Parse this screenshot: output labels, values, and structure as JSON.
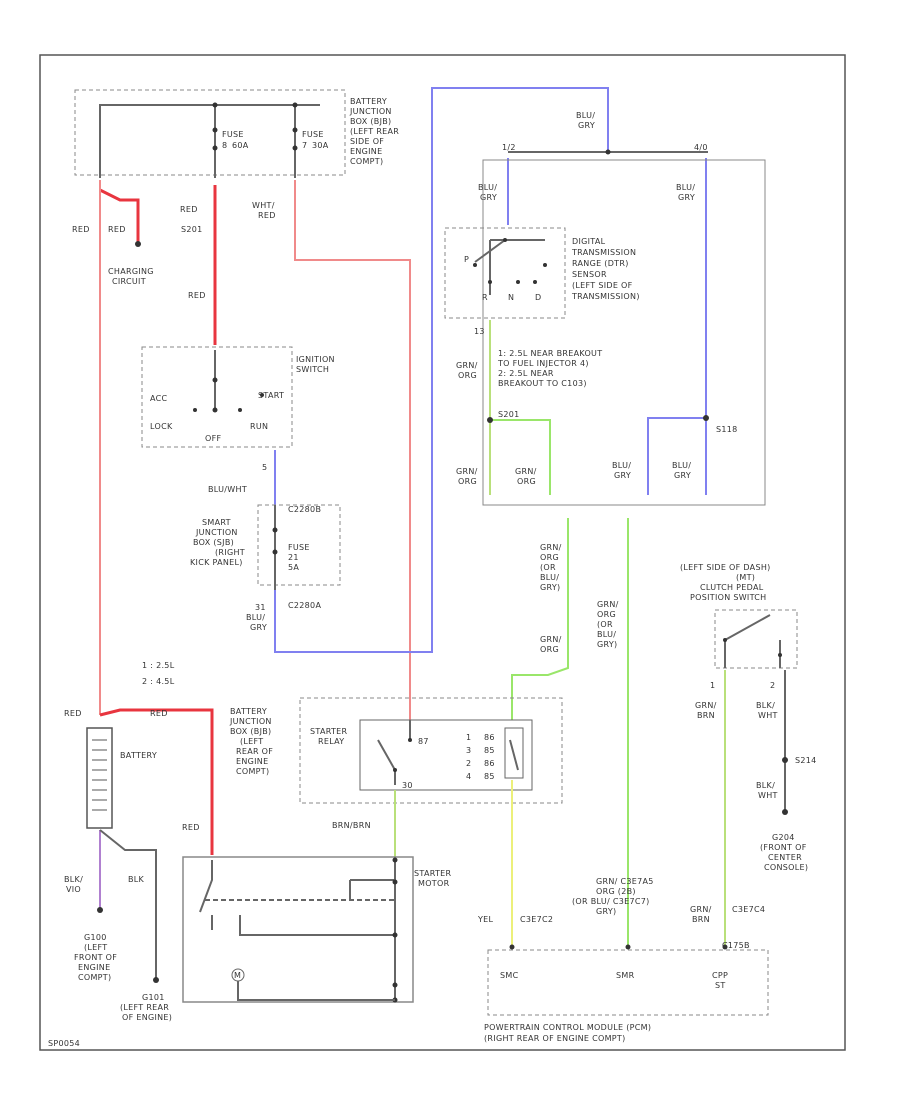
{
  "diagram_id": "SP0054",
  "components": {
    "bjb_top": {
      "name": "BATTERY\nJUNCTION\nBOX (BJB)\n(LEFT REAR\nSIDE OF\nENGINE\nCOMPT)"
    },
    "fuse_a": {
      "label": "FUSE\n8\n60A"
    },
    "fuse_b": {
      "label": "FUSE\n7\n30A"
    },
    "charging": {
      "label": "CHARGING\nCIRCUIT"
    },
    "ignition": {
      "name": "IGNITION\nSWITCH",
      "acc": "ACC",
      "lock": "LOCK",
      "off": "OFF",
      "run": "RUN",
      "start": "START"
    },
    "sjb": {
      "name": "SMART\nJUNCTION\nBOX (SJB)\n(RIGHT\nKICK PANEL)",
      "connector": "C2280B",
      "fuse": "FUSE\n21\n5A",
      "bottom_conn": "C2280A"
    },
    "dtr": {
      "name": "DIGITAL\nTRANSMISSION\nRANGE (DTR)\nSENSOR\n(LEFT SIDE OF\nTRANSMISSION)",
      "pins": [
        "P",
        "R",
        "N",
        "D"
      ]
    },
    "splice_note": "1: 2.5L NEAR BREAKOUT\nTO FUEL INJECTOR 4)\n2: 2.5L NEAR\nBREAKOUT TO C103)",
    "legend": [
      "1 : 2.5L",
      "2 : 4.5L"
    ],
    "battery": {
      "name": "BATTERY"
    },
    "bjb_bottom": {
      "name": "BATTERY\nJUNCTION\nBOX (BJB)\n(LEFT\nREAR OF\nENGINE\nCOMPT)"
    },
    "starter_relay": {
      "name": "STARTER\nRELAY",
      "pins": [
        "87",
        "30",
        "86",
        "85"
      ]
    },
    "starter_motor": {
      "name": "STARTER\nMOTOR"
    },
    "clutch": {
      "name": "(LEFT SIDE OF DASH)\n(MT)\nCLUTCH PEDAL\nPOSITION SWITCH"
    },
    "pcm": {
      "name": "POWERTRAIN CONTROL MODULE (PCM)\n(RIGHT REAR OF ENGINE COMPT)",
      "pins": [
        "SMC",
        "SMR",
        "CPP\nST"
      ],
      "connector": "C175B"
    },
    "grounds": [
      {
        "id": "G100",
        "label": "G100\n(LEFT\nFRONT OF\nENGINE\nCOMPT)"
      },
      {
        "id": "G101",
        "label": "G101\n(LEFT REAR\nOF ENGINE)"
      },
      {
        "id": "G204",
        "label": "G204\n(FRONT OF\nCENTER\nCONSOLE)"
      }
    ],
    "splices": [
      "S201",
      "S118",
      "S214"
    ]
  },
  "wires": {
    "red": "RED",
    "wht_red": "WHT/\nRED",
    "blu_wht": "BLU/WHT",
    "blu_gry": "BLU/\nGRY",
    "grn_org": "GRN/\nORG",
    "grn_org_alt": "GRN/\nORG\n(OR\nBLU/\nGRY)",
    "brn_brn": "BRN/BRN",
    "yel": "YEL",
    "blk": "BLK",
    "blk_vio": "BLK/\nVIO",
    "blk_wht": "BLK/\nWHT",
    "grn_brn": "GRN/\nBRN",
    "grn_detail": "GRN/ C3E7A5\nORG (2B)\n(OR BLU/ C3E7C7)\nGRY)"
  },
  "colors": {
    "red": "#e8353f",
    "pink": "#f08a8a",
    "blue": "#8080f0",
    "green": "#b9e07a",
    "yellow": "#ecf07a",
    "grey": "#666666"
  }
}
